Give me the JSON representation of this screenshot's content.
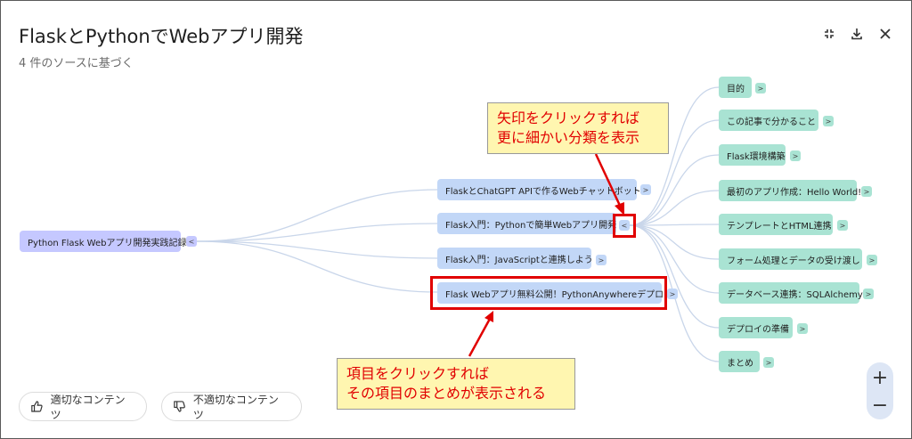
{
  "header": {
    "title": "FlaskとPythonでWebアプリ開発",
    "subtitle": "4 件のソースに基づく"
  },
  "mindmap": {
    "root": "Python Flask Webアプリ開発実践記録",
    "branches": [
      "FlaskとChatGPT APIで作るWebチャットボット",
      "Flask入門：Pythonで簡単Webアプリ開発",
      "Flask入門：JavaScriptと連携しよう",
      "Flask Webアプリ無料公開！PythonAnywhereデプロイ"
    ],
    "leaves": [
      "目的",
      "この記事で分かること",
      "Flask環境構築",
      "最初のアプリ作成：Hello World!",
      "テンプレートとHTML連携",
      "フォーム処理とデータの受け渡し",
      "データベース連携：SQLAlchemy",
      "デプロイの準備",
      "まとめ"
    ],
    "expand_glyph": ">",
    "collapse_glyph": "<"
  },
  "annotations": {
    "arrow_callout": [
      "矢印をクリックすれば",
      "更に細かい分類を表示"
    ],
    "item_callout": [
      "項目をクリックすれば",
      "その項目のまとめが表示される"
    ]
  },
  "footer": {
    "good_content": "適切なコンテンツ",
    "bad_content": "不適切なコンテンツ",
    "zoom_in": "+",
    "zoom_out": "−"
  },
  "colors": {
    "root_node": "#c5c8ff",
    "branch_node": "#c2d7f7",
    "leaf_node": "#a9e3d3",
    "connector": "#c9d6ea",
    "highlight": "#e10000",
    "callout_bg": "#fff6b0"
  }
}
